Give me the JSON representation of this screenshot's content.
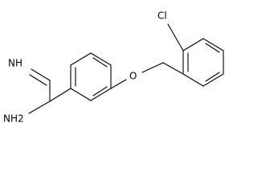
{
  "molecule": {
    "labels": {
      "chlorine": "Cl",
      "oxygen": "O",
      "imine": "NH",
      "amine": "NH2"
    }
  }
}
